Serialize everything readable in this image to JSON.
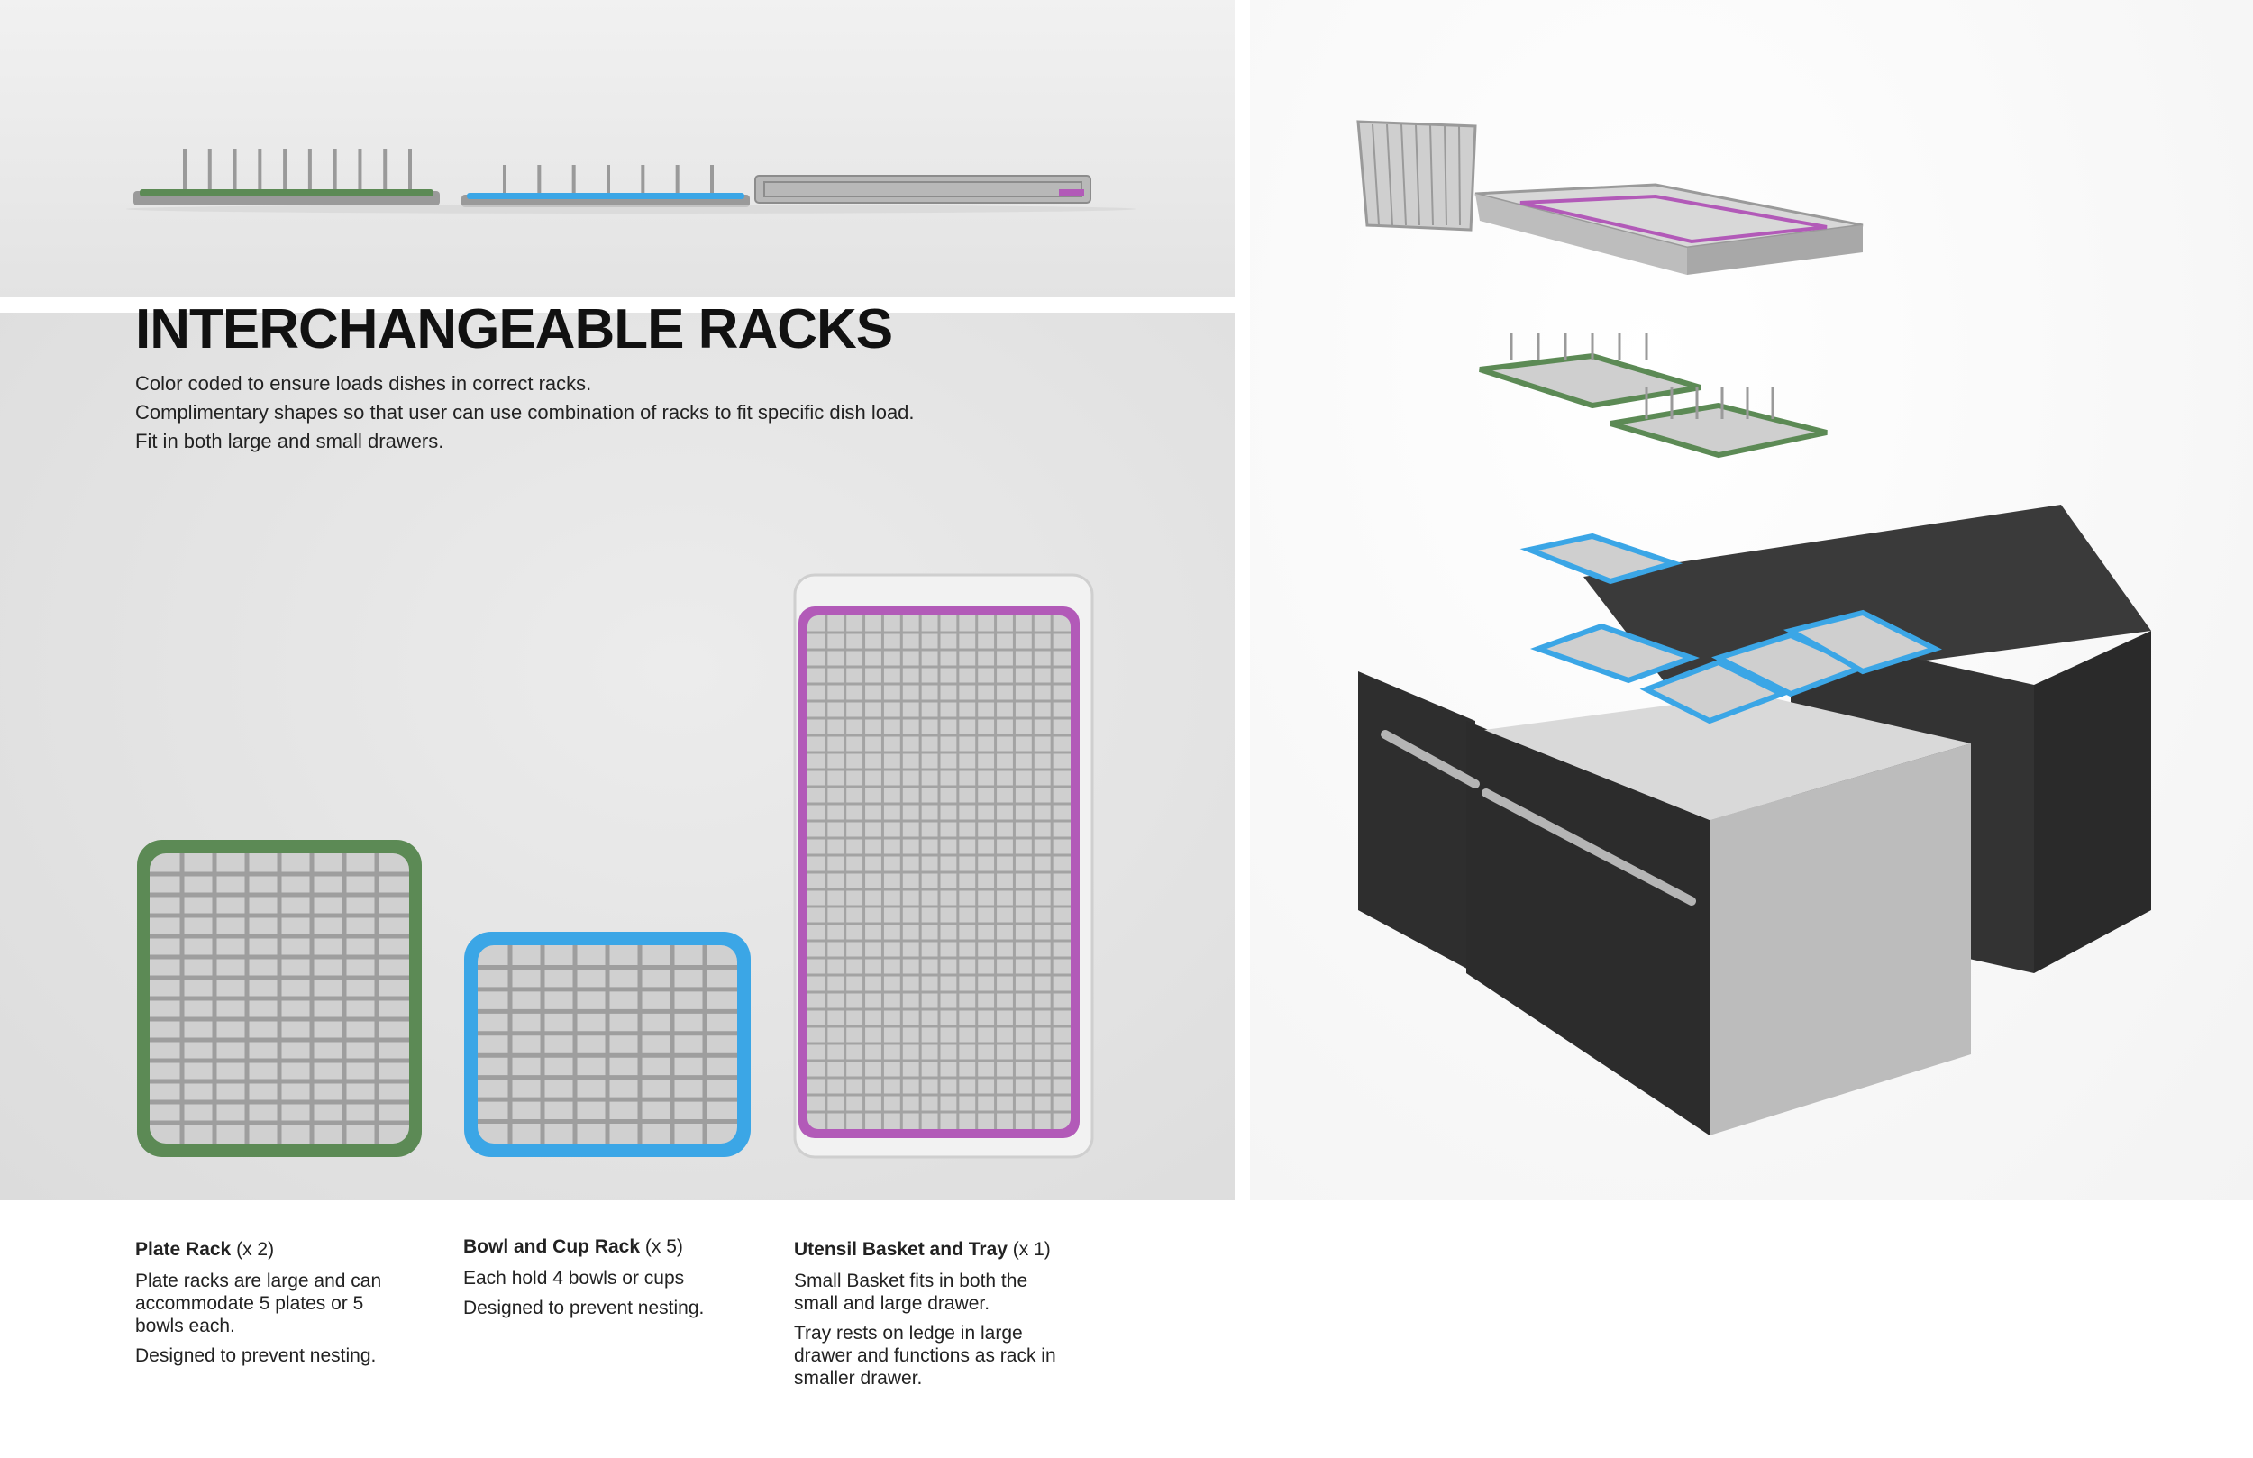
{
  "title": "INTERCHANGEABLE RACKS",
  "intro_lines": [
    "Color coded to ensure loads dishes in correct racks.",
    "Complimentary shapes so that user can use combination of racks to fit specific dish load.",
    "Fit in both large and small drawers."
  ],
  "captions": [
    {
      "name": "Plate Rack",
      "count": "(x 2)",
      "lines": [
        "Plate racks are large and can accommodate 5 plates or 5 bowls each.",
        "Designed to prevent nesting."
      ]
    },
    {
      "name": "Bowl and Cup Rack",
      "count": "(x 5)",
      "lines": [
        "Each hold 4 bowls or cups",
        "Designed to prevent nesting."
      ]
    },
    {
      "name": "Utensil Basket and Tray",
      "count": "(x 1)",
      "lines": [
        "Small Basket fits in both the small and large drawer.",
        "Tray rests on ledge in large drawer and functions as rack in smaller drawer."
      ]
    }
  ],
  "colors": {
    "plate_rack": "#5c8a55",
    "bowl_cup_rack": "#3ba6e6",
    "utensil_tray": "#b25ab8",
    "dishwasher_body": "#2e2e2e"
  },
  "icons": [
    "plate-rack-illustration",
    "bowl-cup-rack-illustration",
    "utensil-tray-illustration",
    "dishwasher-drawer-illustration",
    "utensil-basket-illustration"
  ]
}
